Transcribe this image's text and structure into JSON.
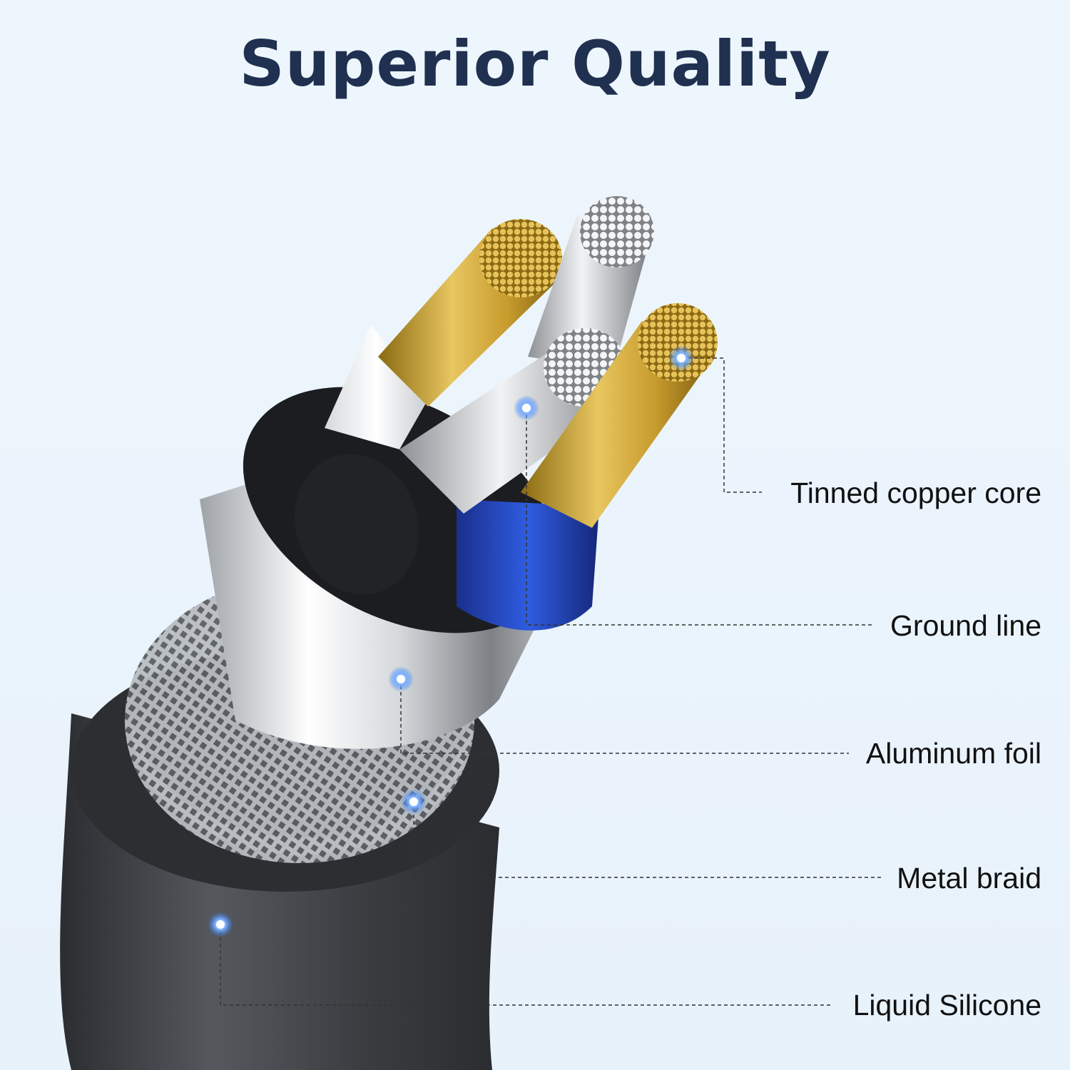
{
  "title": "Superior Quality",
  "labels": {
    "tinned_copper_core": "Tinned copper core",
    "ground_line": "Ground line",
    "aluminum_foil": "Aluminum foil",
    "metal_braid": "Metal braid",
    "liquid_silicone": "Liquid Silicone"
  },
  "colors": {
    "title": "#1f3050",
    "background": "#edf5fc",
    "jacket": "#3e4044",
    "copper": "#c9a43a",
    "tinned": "#c7c9cc",
    "blue_insulation": "#1e3fb8",
    "marker": "#2a7cff"
  }
}
